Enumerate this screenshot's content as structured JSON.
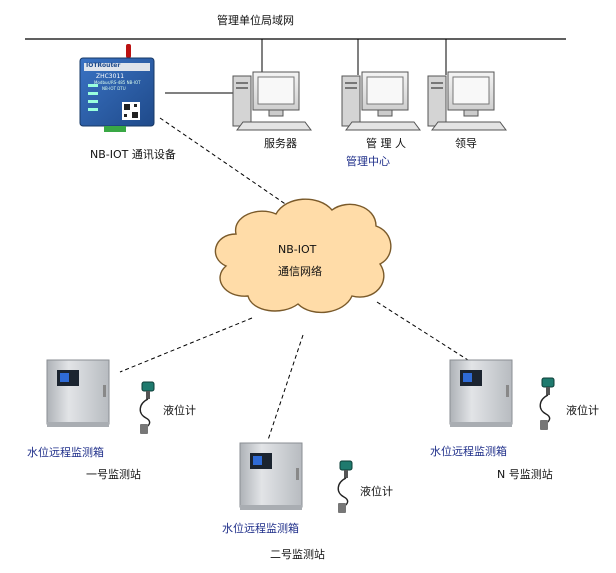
{
  "lan": {
    "title": "管理单位局域网"
  },
  "device": {
    "label": "NB-IOT 通讯设备",
    "brand_text": "IOTRouter",
    "model_text": "ZHC3011",
    "sub_text_1": "Modbus/RS-485 NB-IOT",
    "sub_text_2": "NB-IOT DTU"
  },
  "computers": [
    {
      "label": "服务器"
    },
    {
      "label": "管 理 人"
    },
    {
      "label": "领导"
    }
  ],
  "center": {
    "label": "管理中心"
  },
  "cloud": {
    "line1": "NB-IOT",
    "line2": "通信网络"
  },
  "stations": [
    {
      "box_label": "水位远程监测箱",
      "station_label": "一号监测站",
      "sensor_label": "液位计"
    },
    {
      "box_label": "水位远程监测箱",
      "station_label": "二号监测站",
      "sensor_label": "液位计"
    },
    {
      "box_label": "水位远程监测箱",
      "station_label": "N 号监测站",
      "sensor_label": "液位计"
    }
  ],
  "colors": {
    "cloud_fill": "#ffdca8",
    "cloud_stroke": "#7a5a2a",
    "cabinet": "#c9ccd0",
    "blue_text": "#1f2f8a",
    "device_body": "#2c5fa8"
  }
}
